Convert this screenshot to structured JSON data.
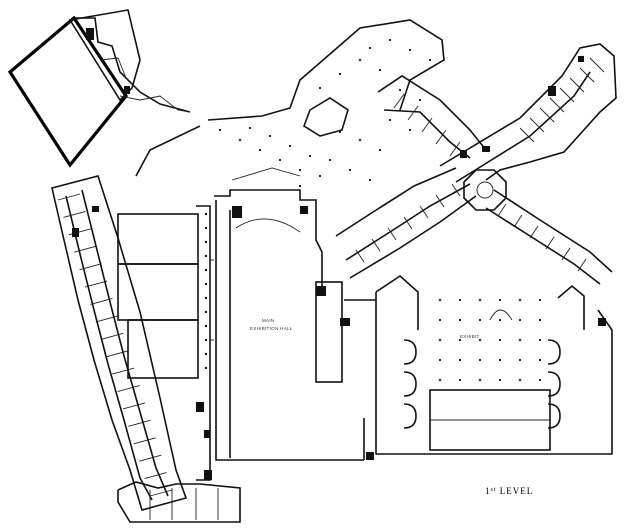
{
  "level_label_prefix": "1",
  "level_label_sup": "st",
  "level_label_suffix": " LEVEL"
}
